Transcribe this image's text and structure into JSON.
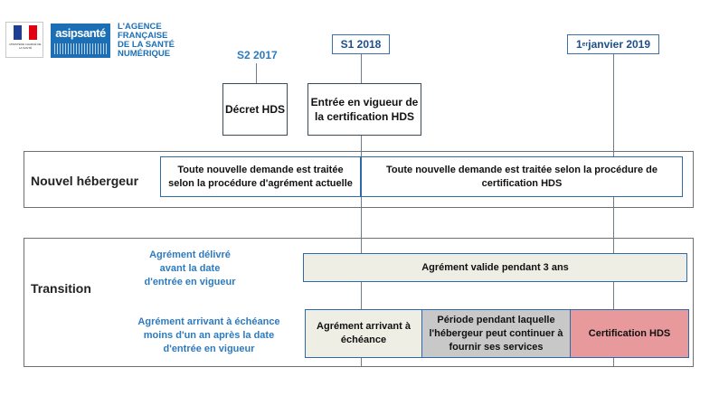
{
  "header": {
    "gov_logo_text": "MINISTÈRE CHARGÉ DE LA SANTÉ",
    "asip_logo_text": "asipsanté",
    "agence_lines": [
      "L'AGENCE",
      "FRANÇAISE",
      "DE LA SANTÉ",
      "NUMÉRIQUE"
    ]
  },
  "timeline": {
    "date_s2_2017": "S2 2017",
    "date_s1_2018": "S1 2018",
    "date_2019_sup": "er",
    "date_2019_pre": "1",
    "date_2019_post": " janvier 2019",
    "event_decret": "Décret HDS",
    "event_entree_line1": "Entrée en vigueur de",
    "event_entree_line2": "la certification HDS"
  },
  "nouvel_hebergeur": {
    "label": "Nouvel hébergeur",
    "box1_line1": "Toute nouvelle demande  est traitée",
    "box1_line2": "selon la procédure d'agrément actuelle",
    "box2_line1": "Toute nouvelle demande  est traitée selon la procédure de",
    "box2_line2": "certification HDS"
  },
  "transition": {
    "label": "Transition",
    "case1_lines": [
      "Agrément délivré",
      "avant la date",
      "d'entrée en vigueur"
    ],
    "case1_bar": "Agrément  valide pendant 3 ans",
    "case2_lines": [
      "Agrément  arrivant à échéance",
      "moins d'un an après la date",
      "d'entrée en vigueur"
    ],
    "cell1_lines": [
      "Agrément arrivant à",
      "échéance"
    ],
    "cell2_lines": [
      "Période pendant laquelle",
      "l'hébergeur peut continuer à",
      "fournir ses services"
    ],
    "cell3": "Certification HDS"
  },
  "colors": {
    "accent_blue": "#2c7bc0",
    "box_border_blue": "#2f6aa8",
    "beige": "#eeeee4",
    "gray_cell": "#c8c8c8",
    "pink_cell": "#e8999b"
  }
}
